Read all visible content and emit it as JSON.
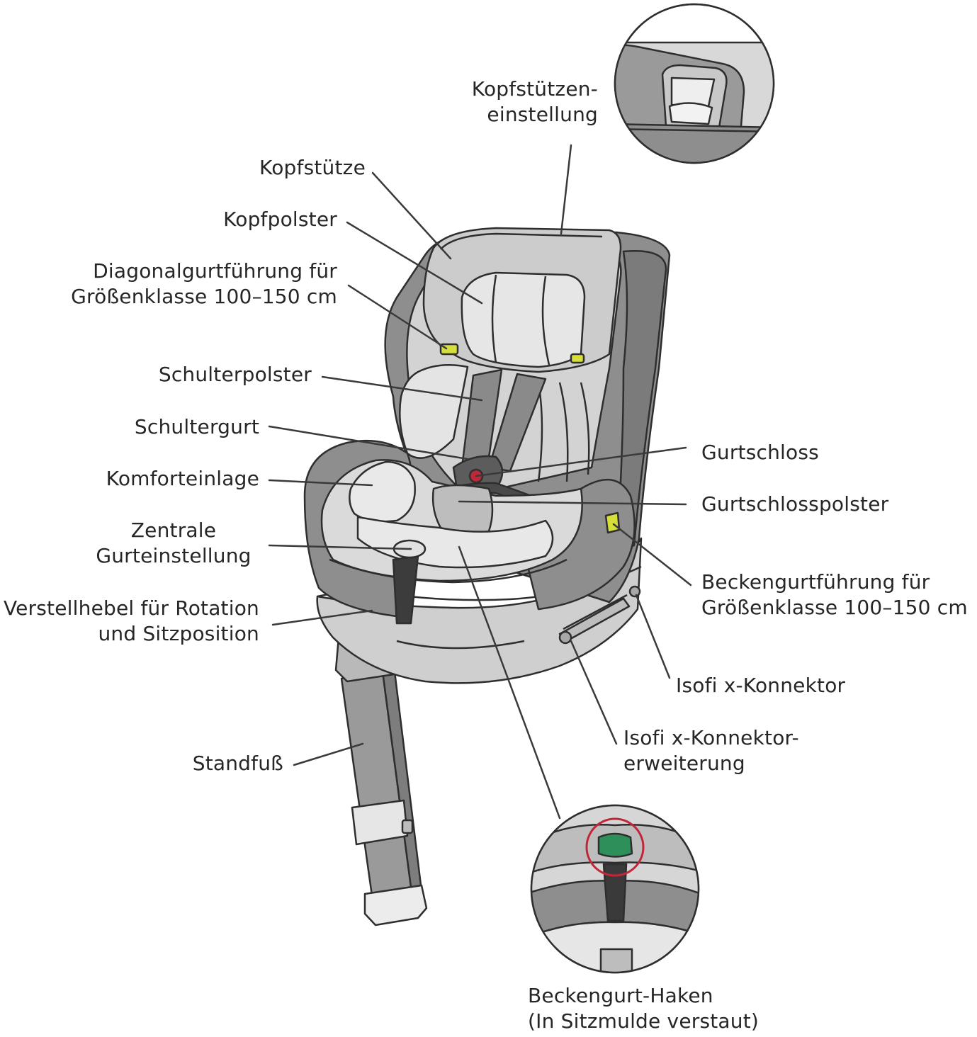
{
  "labels": {
    "kopfstuetzen_einstellung": "Kopfstützen-\neinstellung",
    "kopfstuetze": "Kopfstütze",
    "kopfpolster": "Kopfpolster",
    "diagonalgurtfuehrung": "Diagonalgurtführung für\nGrößenklasse 100–150 cm",
    "schulterpolster": "Schulterpolster",
    "schultergurt": "Schultergurt",
    "komforteinlage": "Komforteinlage",
    "zentrale_gurteinstellung": "Zentrale\nGurteinstellung",
    "verstellhebel": "Verstellhebel für Rotation\nund Sitzposition",
    "standfuss": "Standfuß",
    "gurtschloss": "Gurtschloss",
    "gurtschlosspolster": "Gurtschlosspolster",
    "beckengurtfuehrung": "Beckengurtführung für\nGrößenklasse 100–150 cm",
    "isofix_konnektor": "Isofi x-Konnektor",
    "isofix_erweiterung": "Isofi x-Konnektor-\nerweiterung",
    "beckengurt_haken": "Beckengurt-Haken\n(In Sitzmulde verstaut)"
  },
  "colors": {
    "shell_dark": "#8e8e8e",
    "shell_mid": "#b5b5b5",
    "fabric_light": "#d9d9d9",
    "fabric_pale": "#e8e8e8",
    "base_grey": "#cfcfcf",
    "outline": "#2e2e2e",
    "accent_yellow": "#d6df3a",
    "accent_green": "#2f8f5a",
    "accent_red": "#c0283a"
  }
}
